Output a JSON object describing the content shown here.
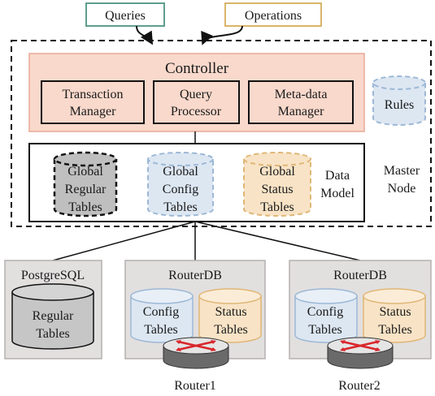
{
  "inputs": {
    "queries": "Queries",
    "operations": "Operations"
  },
  "controller": {
    "title": "Controller",
    "modules": [
      [
        "Transaction",
        "Manager"
      ],
      [
        "Query",
        "Processor"
      ],
      [
        "Meta-data",
        "Manager"
      ]
    ]
  },
  "rules": "Rules",
  "data_model": {
    "label": [
      "Data",
      "Model"
    ],
    "tables": [
      [
        "Global",
        "Regular",
        "Tables"
      ],
      [
        "Global",
        "Config",
        "Tables"
      ],
      [
        "Global",
        "Status",
        "Tables"
      ]
    ]
  },
  "master_node": [
    "Master",
    "Node"
  ],
  "postgres": {
    "title": "PostgreSQL",
    "table": [
      "Regular",
      "Tables"
    ]
  },
  "routerdbs": [
    {
      "title": "RouterDB",
      "config": [
        "Config",
        "Tables"
      ],
      "status": [
        "Status",
        "Tables"
      ],
      "router": "Router1"
    },
    {
      "title": "RouterDB",
      "config": [
        "Config",
        "Tables"
      ],
      "status": [
        "Status",
        "Tables"
      ],
      "router": "Router2"
    }
  ],
  "colors": {
    "controller_fill": "#f9d9cc",
    "controller_stroke": "#e8a796",
    "config_fill": "#dde7f2",
    "config_stroke": "#9db8d6",
    "status_fill": "#f8e3c6",
    "status_stroke": "#e0b777",
    "regular_fill": "#c6c6c6",
    "gray_box": "#e2dfdf",
    "queries_stroke": "#5f9e8e",
    "operations_stroke": "#d9b56a",
    "router_arrow": "#d9262c"
  }
}
